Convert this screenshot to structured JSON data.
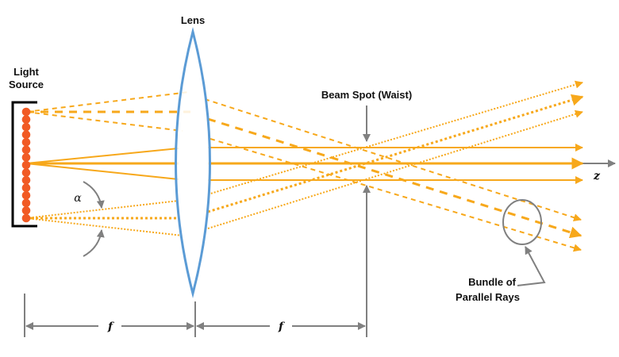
{
  "diagram": {
    "title": "Lens focusing light source rays",
    "labels": {
      "light_source_line1": "Light",
      "light_source_line2": "Source",
      "lens": "Lens",
      "beam_spot": "Beam Spot (Waist)",
      "bundle_line1": "Bundle of",
      "bundle_line2": "Parallel Rays",
      "z_axis": "z",
      "angle": "α",
      "focal_left": "f",
      "focal_right": "f"
    },
    "colors": {
      "ray": "#f7a81b",
      "source_dots": "#f15a24",
      "lens": "#5b9bd5",
      "annotation": "#808080",
      "bracket": "#000000"
    },
    "source_point_count": 15,
    "ray_groups": [
      {
        "name": "top-source-rays",
        "style": "dashed"
      },
      {
        "name": "center-source-rays",
        "style": "solid"
      },
      {
        "name": "bottom-source-rays",
        "style": "dotted"
      }
    ]
  }
}
